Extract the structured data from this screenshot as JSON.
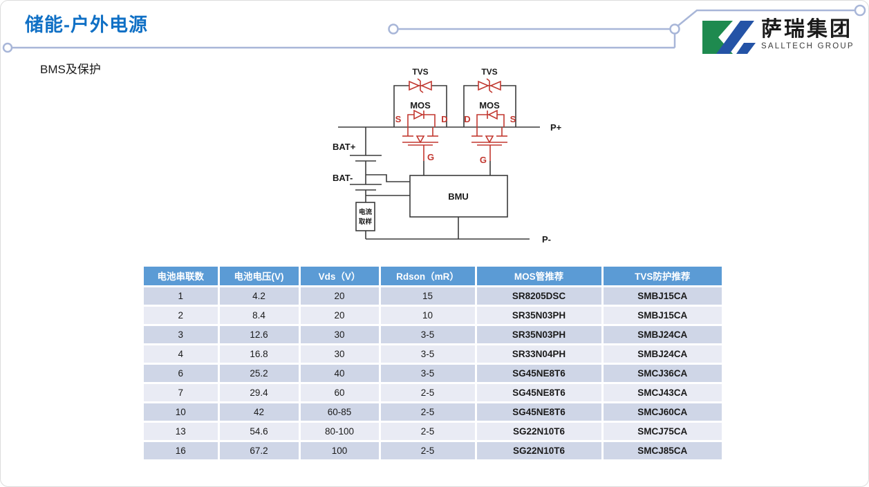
{
  "header": {
    "title": "储能-户外电源",
    "subtitle": "BMS及保护"
  },
  "logo": {
    "name": "萨瑞集团",
    "subname": "SALLTECH GROUP",
    "mark_green": "#1E8A4F",
    "mark_blue": "#2453A6"
  },
  "colors": {
    "title_blue": "#1070C5",
    "deco_line": "#A8B6D8",
    "table_header": "#5B9BD5",
    "row_odd": "#CFD6E7",
    "row_even": "#E9EBF4",
    "circuit_red": "#C2372F",
    "table_red": "#E10000"
  },
  "diagram": {
    "labels": {
      "tvs": "TVS",
      "mos": "MOS",
      "s": "S",
      "d": "D",
      "g": "G",
      "bat_plus": "BAT+",
      "bat_minus": "BAT-",
      "bmu": "BMU",
      "sample_line1": "电流",
      "sample_line2": "取样",
      "p_plus": "P+",
      "p_minus": "P-"
    }
  },
  "table": {
    "headers": [
      "电池串联数",
      "电池电压(V)",
      "Vds（V）",
      "Rdson（mR）",
      "MOS管推荐",
      "TVS防护推荐"
    ],
    "rows": [
      [
        "1",
        "4.2",
        "20",
        "15",
        "SR8205DSC",
        "SMBJ15CA"
      ],
      [
        "2",
        "8.4",
        "20",
        "10",
        "SR35N03PH",
        "SMBJ15CA"
      ],
      [
        "3",
        "12.6",
        "30",
        "3-5",
        "SR35N03PH",
        "SMBJ24CA"
      ],
      [
        "4",
        "16.8",
        "30",
        "3-5",
        "SR33N04PH",
        "SMBJ24CA"
      ],
      [
        "6",
        "25.2",
        "40",
        "3-5",
        "SG45NE8T6",
        "SMCJ36CA"
      ],
      [
        "7",
        "29.4",
        "60",
        "2-5",
        "SG45NE8T6",
        "SMCJ43CA"
      ],
      [
        "10",
        "42",
        "60-85",
        "2-5",
        "SG45NE8T6",
        "SMCJ60CA"
      ],
      [
        "13",
        "54.6",
        "80-100",
        "2-5",
        "SG22N10T6",
        "SMCJ75CA"
      ],
      [
        "16",
        "67.2",
        "100",
        "2-5",
        "SG22N10T6",
        "SMCJ85CA"
      ]
    ]
  }
}
